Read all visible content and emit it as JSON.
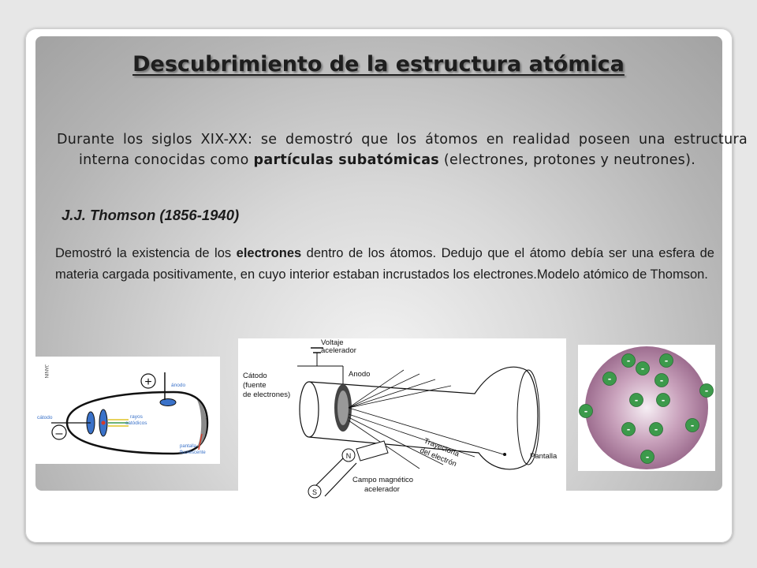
{
  "slide": {
    "title": "Descubrimiento de la estructura atómica",
    "intro": {
      "part1": "Durante los siglos XIX-XX: se demostró que los átomos en realidad poseen una estructura interna conocidas como ",
      "bold": "partículas subatómicas",
      "part2": " (electrones, protones y neutrones)."
    },
    "thomson": {
      "name": "J.J. Thomson (1856-1940)",
      "text_part1": "Demostró la existencia de los ",
      "bold": "electrones",
      "text_part2": " dentro de los átomos. Dedujo que el átomo debía ser una esfera de materia cargada positivamente, en cuyo interior estaban incrustados los electrones.Modelo atómico de Thomson."
    }
  },
  "tube_diagram": {
    "side_label": "JANIN",
    "plus_sign": "+",
    "minus_sign": "–",
    "anode": "ánodo",
    "cathode": "cátodo",
    "rays_line1": "rayos",
    "rays_line2": "catódicos",
    "screen_line1": "pantalla",
    "screen_line2": "fluorescente"
  },
  "crt_diagram": {
    "voltage_line1": "Voltaje",
    "voltage_line2": "acelerador",
    "cathode_line1": "Cátodo",
    "cathode_line2": "(fuente",
    "cathode_line3": "de electrones)",
    "anode": "Anodo",
    "path_line1": "Trayectoria",
    "path_line2": "del electrón",
    "screen": "Pantalla",
    "field_line1": "Campo magnético",
    "field_line2": "acelerador",
    "pole_n": "N",
    "pole_s": "S"
  },
  "model": {
    "electron_symbol": "-"
  },
  "colors": {
    "sphere_fill": "#b388a6",
    "electron_fill": "#3c9a4b",
    "tube_blue": "#3a72c9",
    "tube_red": "#d43a2a"
  }
}
